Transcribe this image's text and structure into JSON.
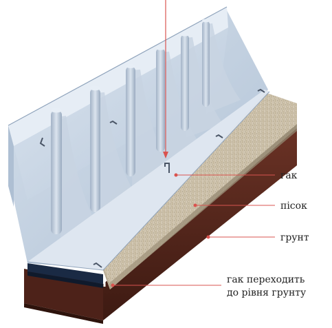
{
  "labels": {
    "hook": "гак",
    "sand": "пісок",
    "soil": "грунт",
    "hook_transition_line1": "гак переходить",
    "hook_transition_line2": "до рівня грунту"
  },
  "colors": {
    "leader_line": "#d9534f",
    "leader_dot": "#d9534f",
    "sand": "#c9bda7",
    "soil": "#5a2a1f",
    "panel": "#c9d6e6",
    "membrane_edge": "#8fa3bb"
  }
}
